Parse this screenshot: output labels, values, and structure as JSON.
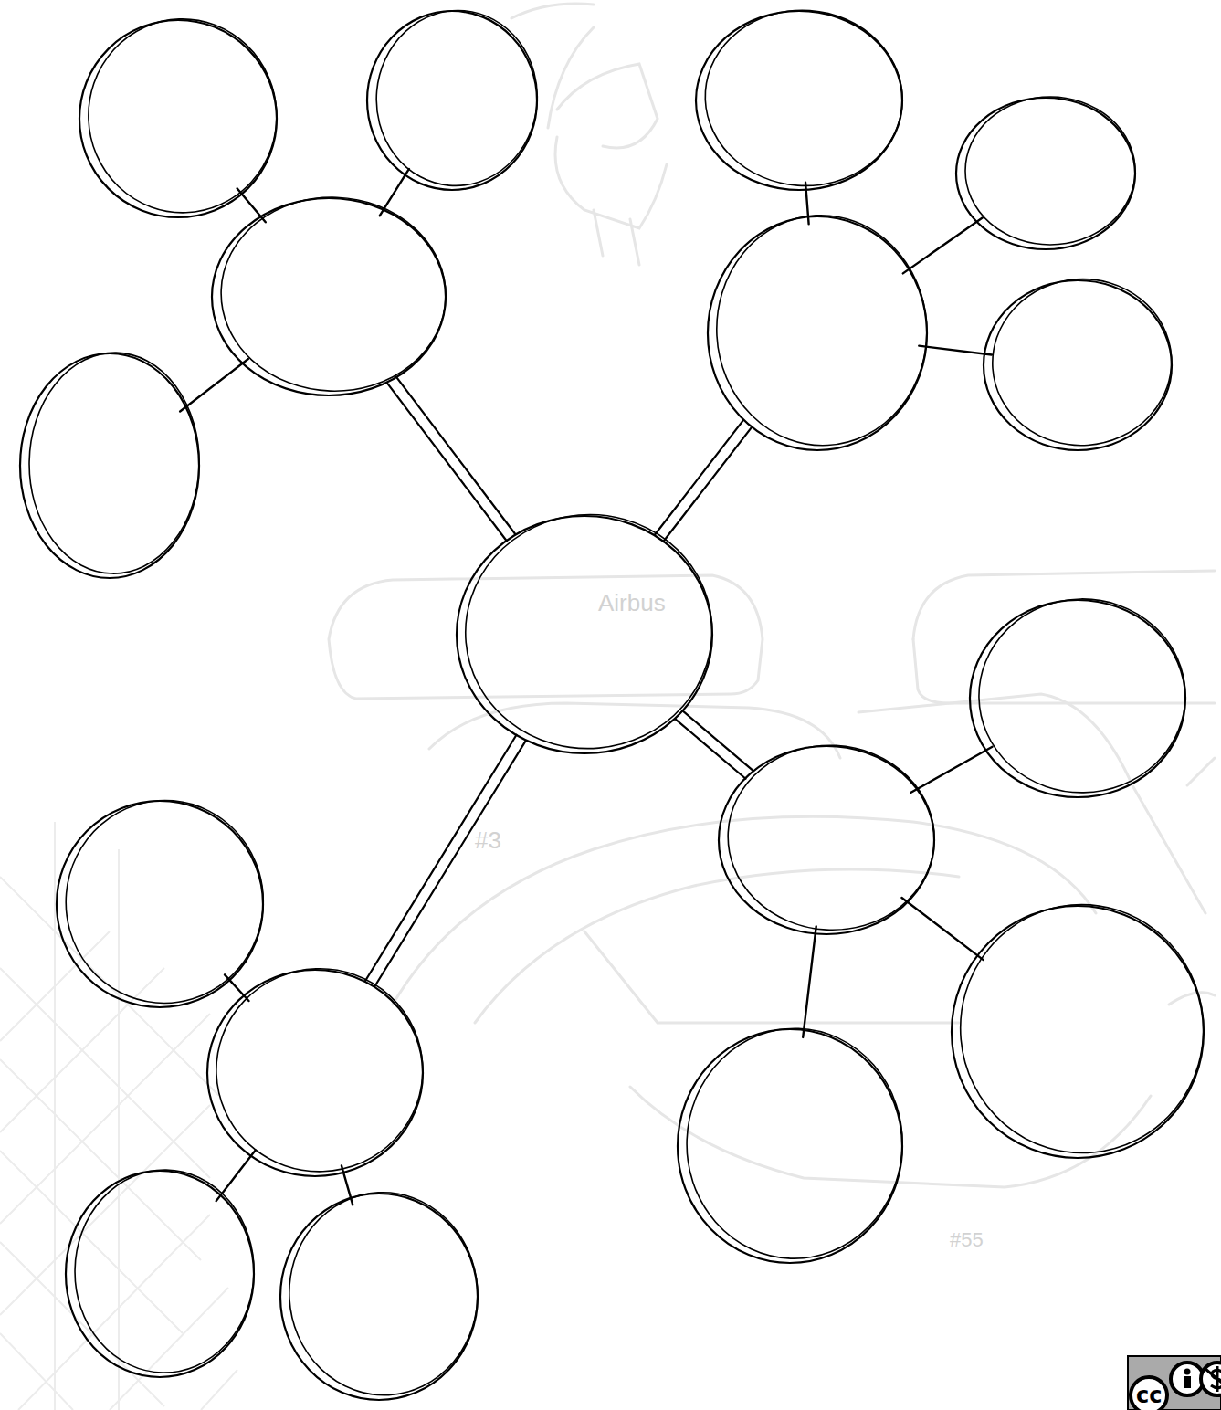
{
  "diagram": {
    "nodes": [
      {
        "text": []
      },
      {
        "text": []
      },
      {
        "text": []
      },
      {
        "text": []
      },
      {
        "text": []
      },
      {
        "text": []
      },
      {
        "text": []
      },
      {
        "text": []
      },
      {
        "text": []
      },
      {
        "text": []
      },
      {
        "text": []
      },
      {
        "text": []
      },
      {
        "text": []
      },
      {
        "text": []
      },
      {
        "text": []
      },
      {
        "text": []
      },
      {
        "text": []
      }
    ],
    "edges": [
      {
        "from": 0,
        "to": 1,
        "arrow": "none"
      },
      {
        "from": 1,
        "to": 2,
        "arrow": "none"
      },
      {
        "from": 1,
        "to": 3,
        "arrow": "none"
      },
      {
        "from": 1,
        "to": 4,
        "arrow": "none"
      },
      {
        "from": 0,
        "to": 5,
        "arrow": "none"
      },
      {
        "from": 5,
        "to": 6,
        "arrow": "none"
      },
      {
        "from": 5,
        "to": 7,
        "arrow": "none"
      },
      {
        "from": 5,
        "to": 8,
        "arrow": "none"
      },
      {
        "from": 0,
        "to": 9,
        "arrow": "none"
      },
      {
        "from": 9,
        "to": 10,
        "arrow": "none"
      },
      {
        "from": 9,
        "to": 11,
        "arrow": "none"
      },
      {
        "from": 9,
        "to": 12,
        "arrow": "none"
      },
      {
        "from": 0,
        "to": 13,
        "arrow": "none"
      },
      {
        "from": 13,
        "to": 14,
        "arrow": "none"
      },
      {
        "from": 13,
        "to": 15,
        "arrow": "none"
      },
      {
        "from": 13,
        "to": 16,
        "arrow": "none"
      }
    ],
    "labels": [
      "Airbus",
      "#3",
      "#55",
      "cc"
    ]
  }
}
